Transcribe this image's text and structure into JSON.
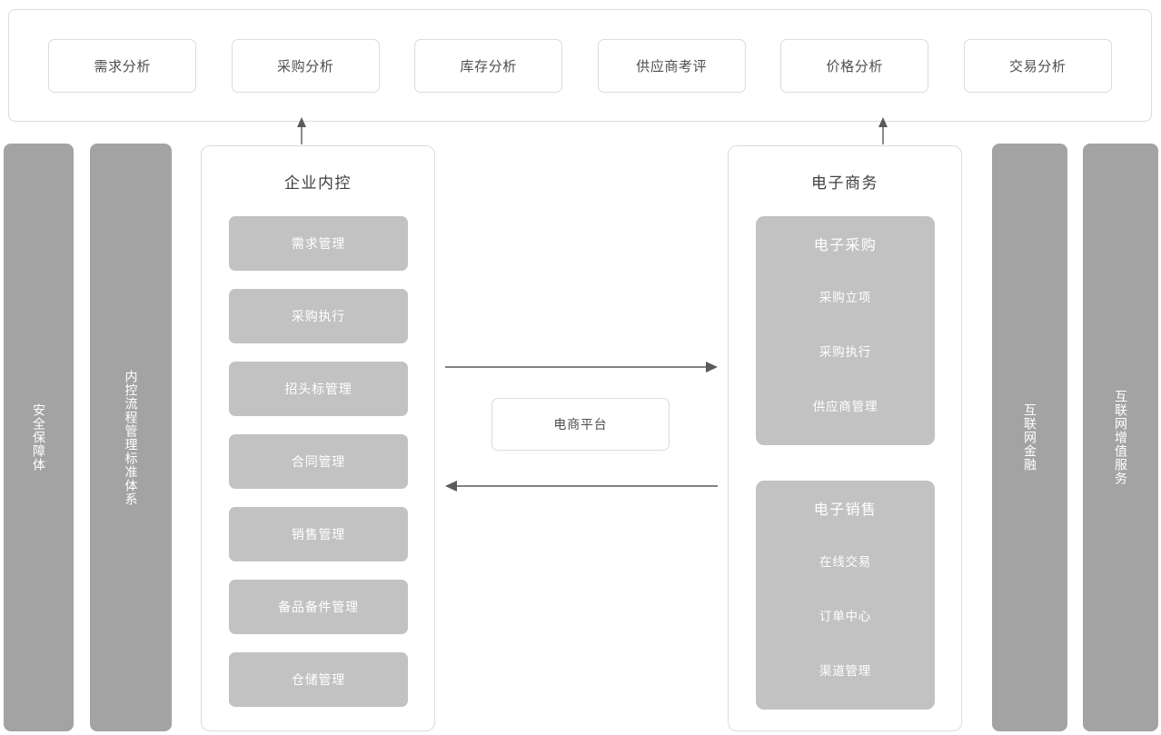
{
  "analytics_bar": {
    "chips": [
      {
        "label": "需求分析"
      },
      {
        "label": "采购分析"
      },
      {
        "label": "库存分析"
      },
      {
        "label": "供应商考评"
      },
      {
        "label": "价格分析"
      },
      {
        "label": "交易分析"
      }
    ]
  },
  "side_bars": {
    "security": {
      "label": "安全保障体"
    },
    "process": {
      "label": "内控流程管理标准体系"
    },
    "finance": {
      "label": "互联网金融"
    },
    "vas": {
      "label": "互联网增值服务"
    }
  },
  "internal_control": {
    "title": "企业内控",
    "modules": [
      {
        "label": "需求管理"
      },
      {
        "label": "采购执行"
      },
      {
        "label": "招头标管理"
      },
      {
        "label": "合同管理"
      },
      {
        "label": "销售管理"
      },
      {
        "label": "备品备件管理"
      },
      {
        "label": "仓储管理"
      }
    ]
  },
  "ecommerce": {
    "title": "电子商务",
    "groups": [
      {
        "title": "电子采购",
        "items": [
          {
            "label": "采购立项"
          },
          {
            "label": "采购执行"
          },
          {
            "label": "供应商管理"
          }
        ]
      },
      {
        "title": "电子销售",
        "items": [
          {
            "label": "在线交易"
          },
          {
            "label": "订单中心"
          },
          {
            "label": "渠道管理"
          }
        ]
      }
    ]
  },
  "platform": {
    "label": "电商平台"
  },
  "colors": {
    "card_gray": "#c2c2c2",
    "bar_gray": "#a3a3a3",
    "border": "#dcdcdc",
    "text_dark": "#4a4a4a",
    "text_light": "#ffffff",
    "connector": "#5a5a5a",
    "background": "#ffffff"
  }
}
